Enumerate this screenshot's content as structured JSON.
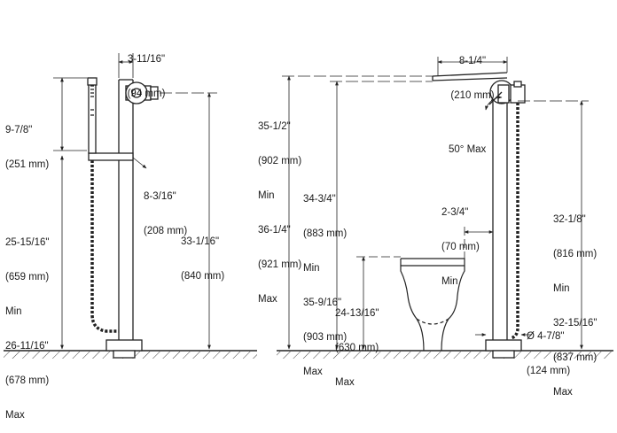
{
  "left_view": {
    "dims": {
      "spout_width": {
        "imperial": "3-11/16\"",
        "metric": "(94 mm)"
      },
      "handshower_len": {
        "imperial": "9-7/8\"",
        "metric": "(251 mm)"
      },
      "handle_reach": {
        "imperial": "8-3/16\"",
        "metric": "(208 mm)"
      },
      "total_height": {
        "imperial": "33-1/16\"",
        "metric": "(840 mm)"
      },
      "holder_height": {
        "imperial": "25-15/16\"",
        "metric": "(659 mm)",
        "min": "Min",
        "imperial2": "26-11/16\"",
        "metric2": "(678 mm)",
        "max": "Max"
      }
    }
  },
  "right_view": {
    "dims": {
      "spout_reach": {
        "imperial": "8-1/4\"",
        "metric": "(210 mm)"
      },
      "spout_height": {
        "imperial": "35-1/2\"",
        "metric": "(902 mm)",
        "min": "Min",
        "imperial2": "36-1/4\"",
        "metric2": "(921 mm)",
        "max": "Max"
      },
      "spout_rotation": {
        "text": "50° Max"
      },
      "outlet_height": {
        "imperial": "34-3/4\"",
        "metric": "(883 mm)",
        "min": "Min",
        "imperial2": "35-9/16\"",
        "metric2": "(903 mm)",
        "max": "Max"
      },
      "tub_clearance": {
        "imperial": "2-3/4\"",
        "metric": "(70 mm)",
        "min": "Min"
      },
      "riser_height": {
        "imperial": "32-1/8\"",
        "metric": "(816 mm)",
        "min": "Min",
        "imperial2": "32-15/16\"",
        "metric2": "(837 mm)",
        "max": "Max"
      },
      "tub_rim": {
        "imperial": "24-13/16\"",
        "metric": "(630 mm)",
        "max": "Max"
      },
      "base_diameter": {
        "imperial": "Ø 4-7/8\"",
        "metric": "(124 mm)"
      }
    }
  }
}
